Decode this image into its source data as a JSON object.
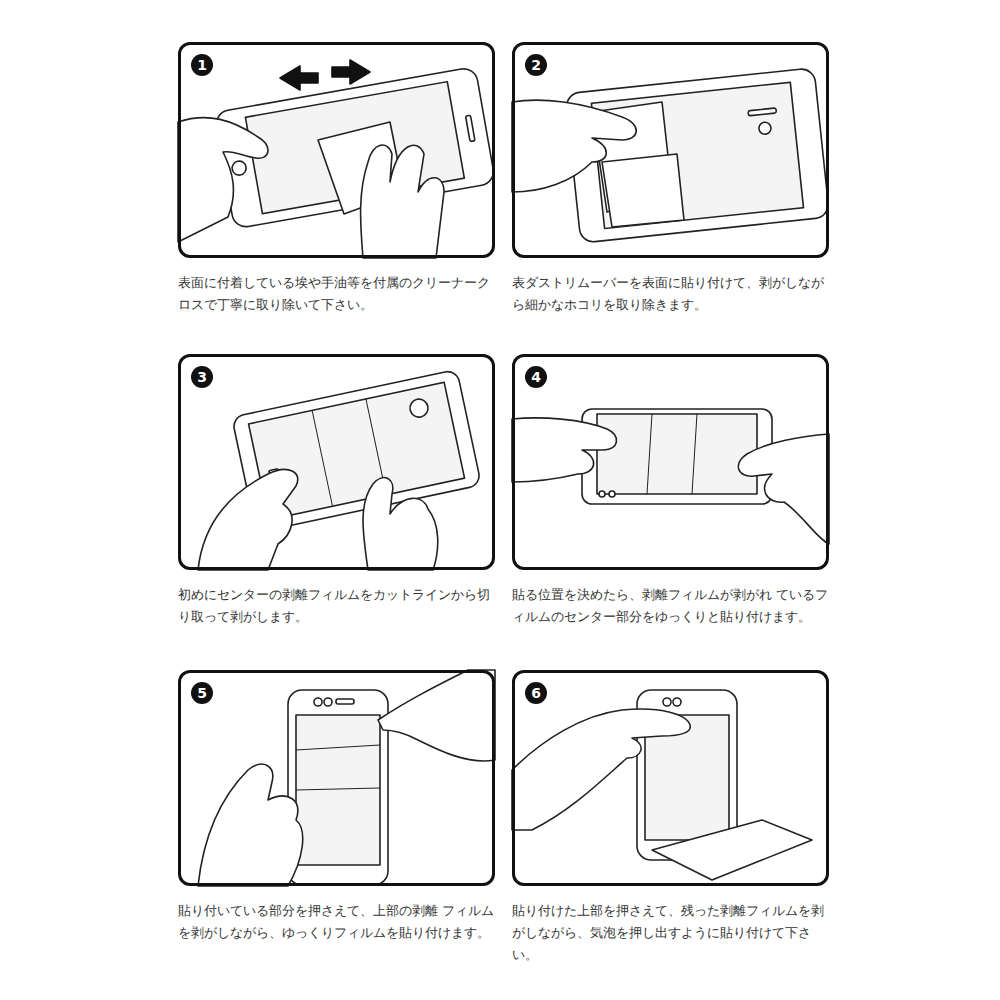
{
  "diagram": {
    "nodes": [
      {
        "text": [
          "1",
          "表面に付着している埃や手油等を付属のクリーナークロスで丁寧に取り除いて下さい。"
        ]
      },
      {
        "text": [
          "2",
          "表ダストリムーバーを表面に貼り付けて、剥がしながら細かなホコリを取り除きます。"
        ]
      },
      {
        "text": [
          "3",
          "初めにセンターの剥離フィルムをカットラインから切り取って剥がします。"
        ]
      },
      {
        "text": [
          "4",
          "貼る位置を決めたら、剥離フィルムが剥がれ ているフィルムのセンター部分をゆっくりと貼り付けます。"
        ]
      },
      {
        "text": [
          "5",
          "貼り付いている部分を押さえて、上部の剥離 フィルムを剥がしながら、ゆっくりフィルムを貼り付けます。"
        ]
      },
      {
        "text": [
          "6",
          "貼り付けた上部を押さえて、残った剥離フィルムを剥がしながら、気泡を押し出すように貼り付けて下さい。"
        ]
      }
    ]
  }
}
